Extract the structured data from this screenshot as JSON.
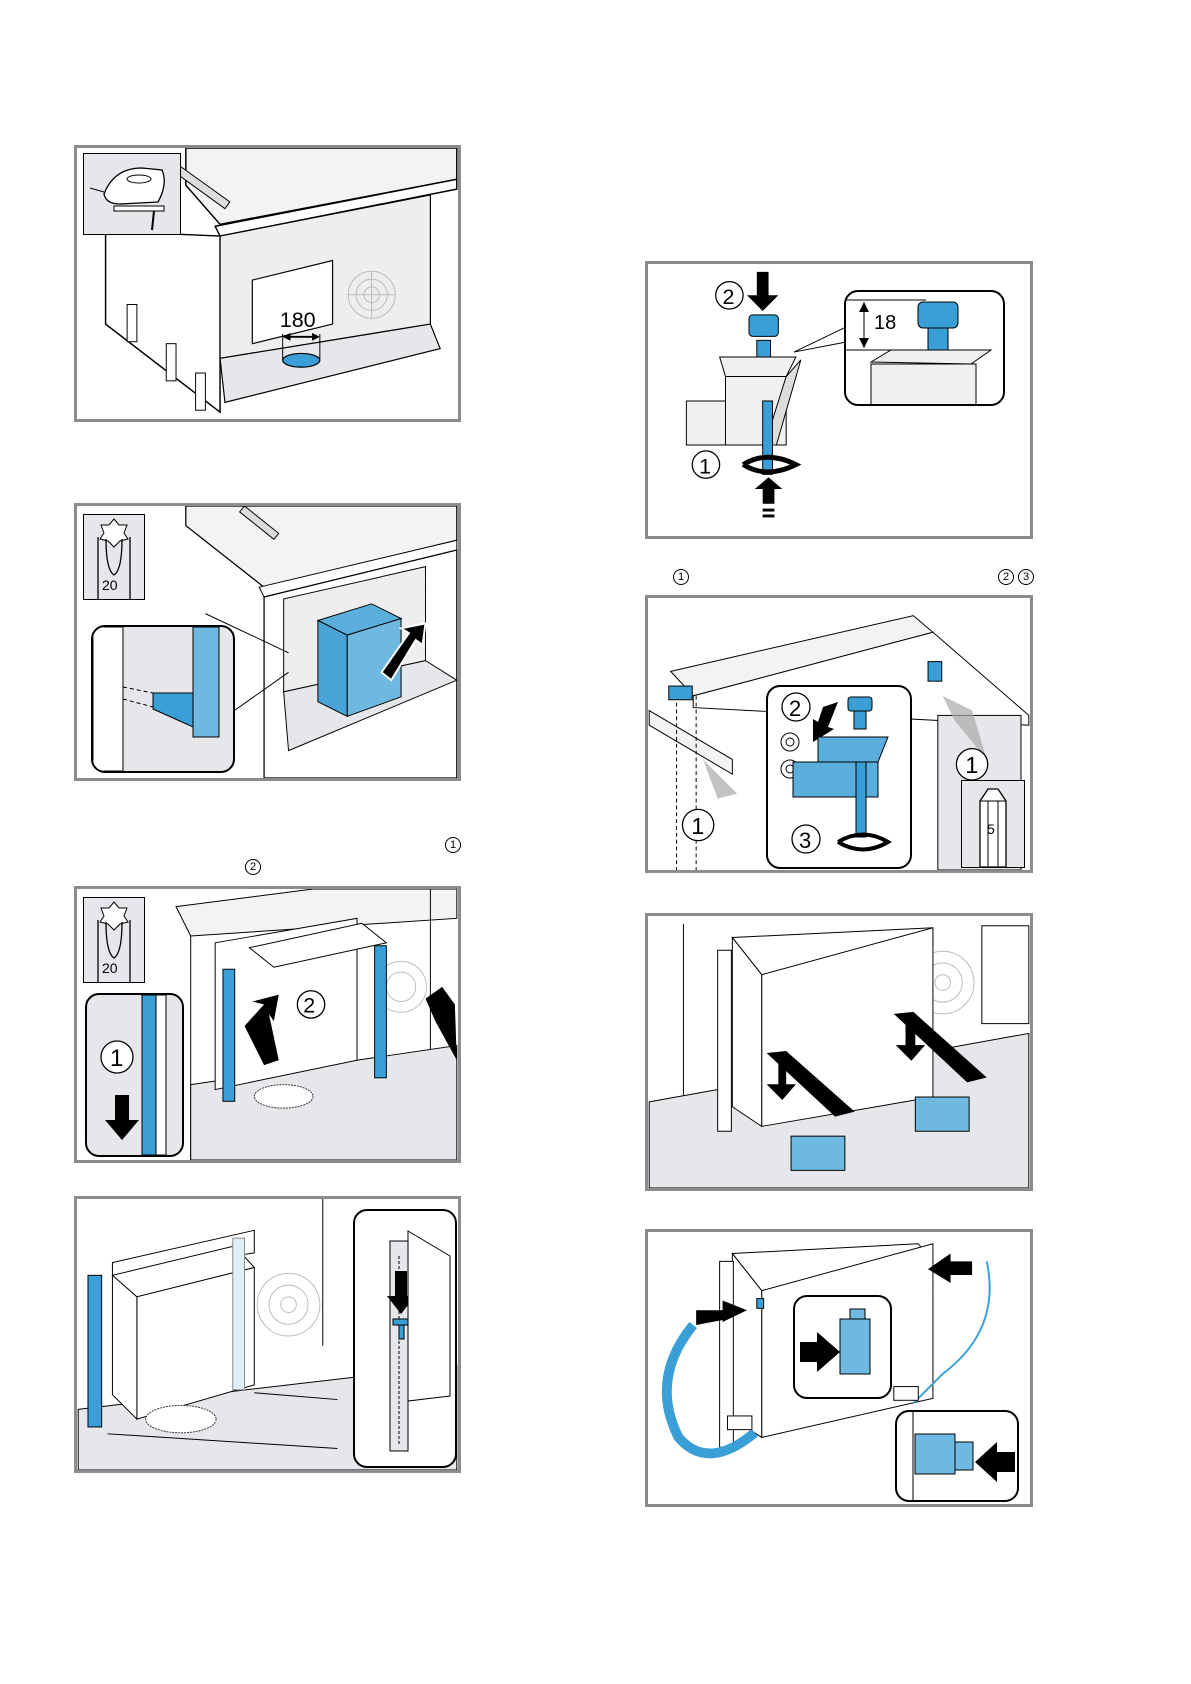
{
  "page": {
    "type": "installation-manual-illustrations",
    "accent_color": "#3a9fd6",
    "frame_color": "#8c8c8c",
    "inset_bg_color": "#e6e7ea"
  },
  "figures": [
    {
      "id": "fig-cut-hole",
      "tool_icon": "jigsaw-icon",
      "dimension_label": "180"
    },
    {
      "id": "fig-insert-box",
      "tool_icon": "torx-bit-icon",
      "tool_size": "20"
    },
    {
      "id": "fig-mount-rails",
      "tool_icon": "torx-bit-icon",
      "tool_size": "20",
      "step_labels": [
        "1",
        "2"
      ],
      "caption_markers": [
        "1",
        "2"
      ]
    },
    {
      "id": "fig-secure-rails"
    },
    {
      "id": "fig-fit-cap",
      "step_labels": [
        "2",
        "1"
      ],
      "dimension_label": "18"
    },
    {
      "id": "fig-clamp-worktop",
      "tool_icon": "hex-key-icon",
      "tool_size": "5",
      "step_labels": [
        "2",
        "3",
        "1",
        "1"
      ],
      "caption_markers": [
        "1",
        "2",
        "3"
      ]
    },
    {
      "id": "fig-insert-trays"
    },
    {
      "id": "fig-connect-cables"
    }
  ]
}
